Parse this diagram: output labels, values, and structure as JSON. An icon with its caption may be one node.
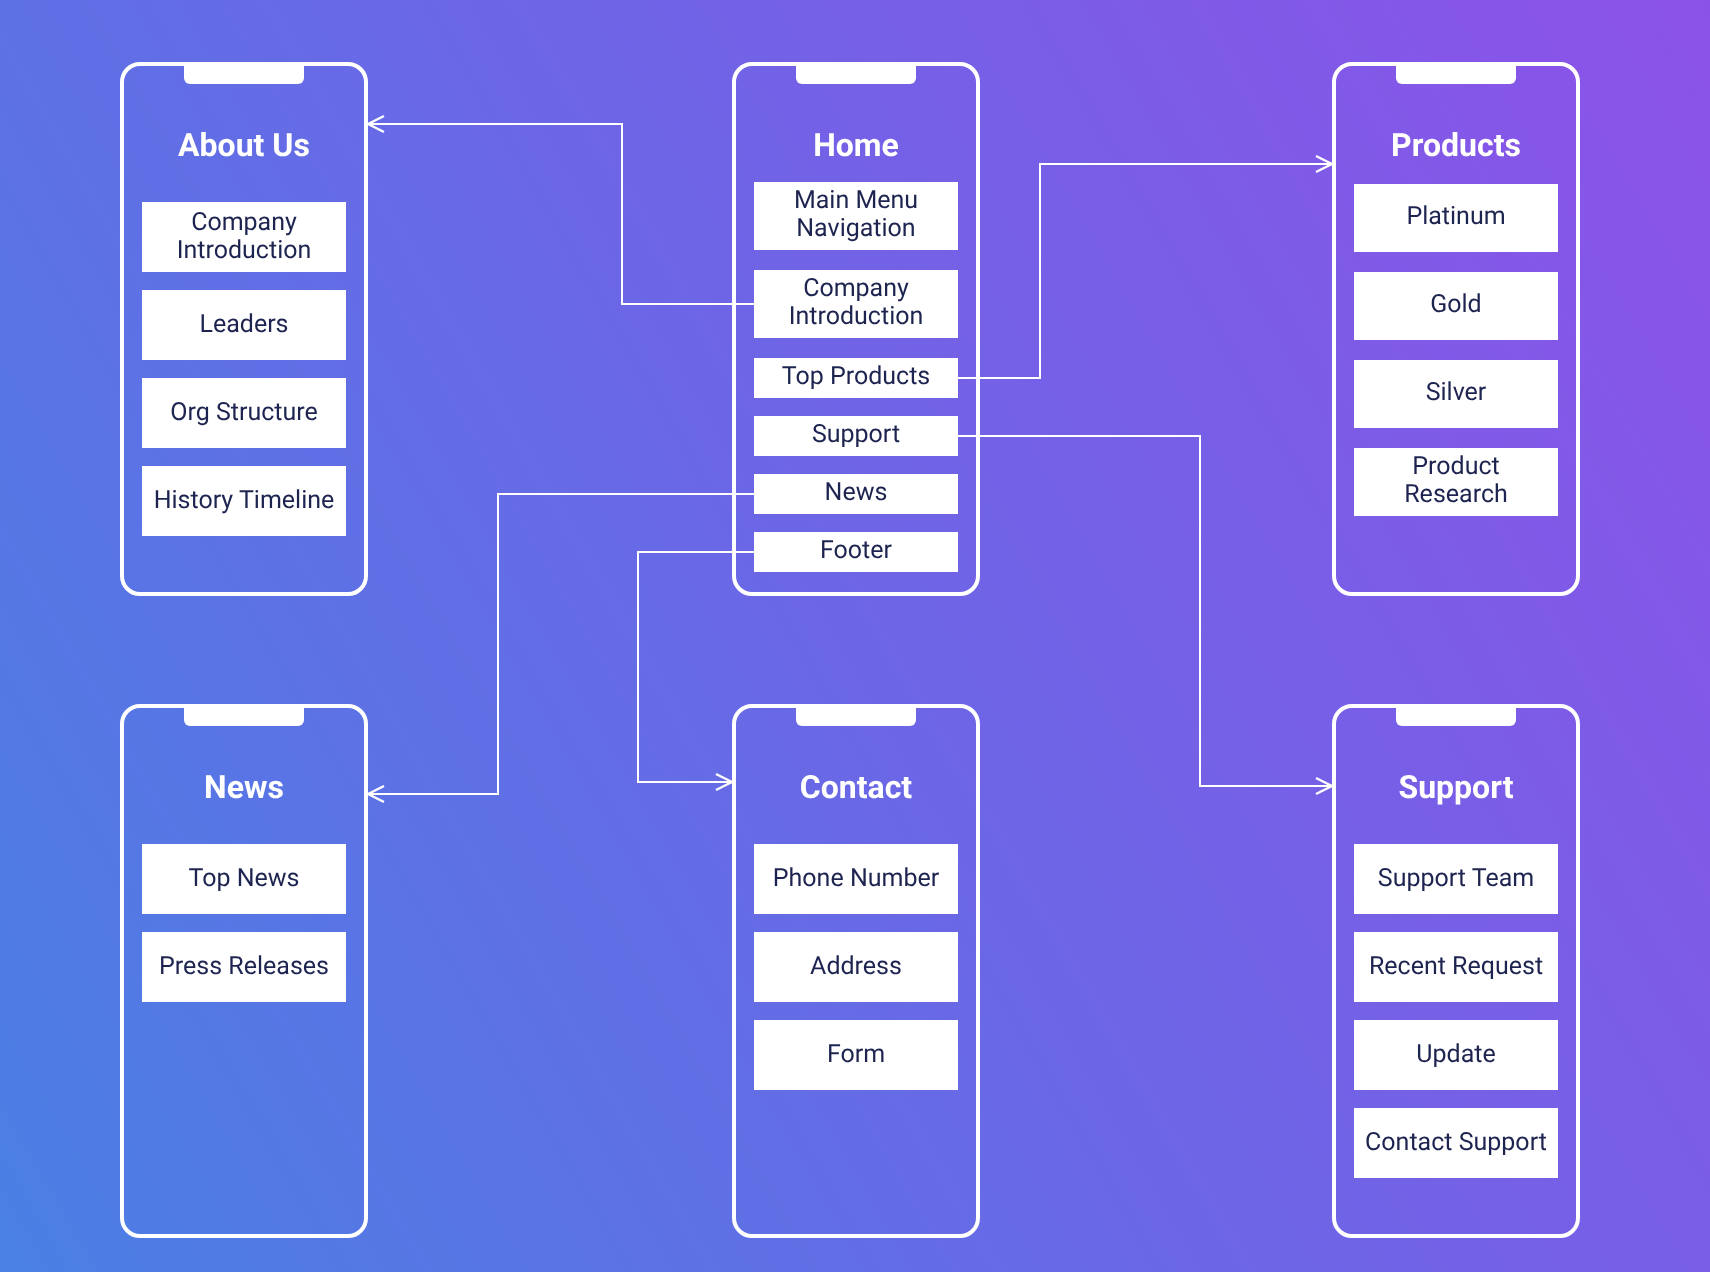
{
  "diagram": {
    "nodes": [
      {
        "text": [
          "About Us"
        ]
      },
      {
        "text": [
          "Company Introduction"
        ],
        "in": 0
      },
      {
        "text": [
          "Leaders"
        ],
        "in": 0
      },
      {
        "text": [
          "Org Structure"
        ],
        "in": 0
      },
      {
        "text": [
          "History Timeline"
        ],
        "in": 0
      },
      {
        "text": [
          "Home"
        ]
      },
      {
        "text": [
          "Main Menu Navigation"
        ],
        "in": 5
      },
      {
        "text": [
          "Company Introduction"
        ],
        "in": 5
      },
      {
        "text": [
          "Top Products"
        ],
        "in": 5
      },
      {
        "text": [
          "Support"
        ],
        "in": 5
      },
      {
        "text": [
          "News"
        ],
        "in": 5
      },
      {
        "text": [
          "Footer"
        ],
        "in": 5
      },
      {
        "text": [
          "Products"
        ]
      },
      {
        "text": [
          "Platinum"
        ],
        "in": 12
      },
      {
        "text": [
          "Gold"
        ],
        "in": 12
      },
      {
        "text": [
          "Silver"
        ],
        "in": 12
      },
      {
        "text": [
          "Product Research"
        ],
        "in": 12
      },
      {
        "text": [
          "News"
        ]
      },
      {
        "text": [
          "Top News"
        ],
        "in": 17
      },
      {
        "text": [
          "Press Releases"
        ],
        "in": 17
      },
      {
        "text": [
          "Contact"
        ]
      },
      {
        "text": [
          "Phone Number"
        ],
        "in": 20
      },
      {
        "text": [
          "Address"
        ],
        "in": 20
      },
      {
        "text": [
          "Form"
        ],
        "in": 20
      },
      {
        "text": [
          "Support"
        ]
      },
      {
        "text": [
          "Support Team"
        ],
        "in": 24
      },
      {
        "text": [
          "Recent Request"
        ],
        "in": 24
      },
      {
        "text": [
          "Update"
        ],
        "in": 24
      },
      {
        "text": [
          "Contact Support"
        ],
        "in": 24
      }
    ],
    "edges": [
      {
        "from": 7,
        "to": 0,
        "arrow": "to"
      },
      {
        "from": 8,
        "to": 12,
        "arrow": "to"
      },
      {
        "from": 9,
        "to": 24,
        "arrow": "to"
      },
      {
        "from": 10,
        "to": 17,
        "arrow": "to"
      },
      {
        "from": 11,
        "to": 20,
        "arrow": "to"
      }
    ]
  }
}
